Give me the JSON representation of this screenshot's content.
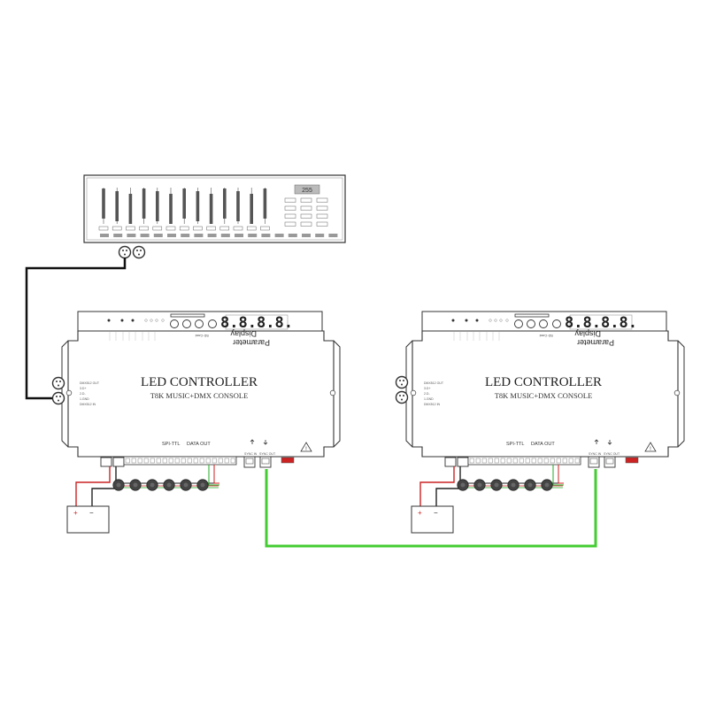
{
  "console": {
    "display_value": "255"
  },
  "controllers": [
    {
      "title": "LED CONTROLLER",
      "subtitle": "T8K MUSIC+DMX CONSOLE",
      "display_label_1": "Parameter",
      "display_label_2": "Display",
      "sd_label": "SD Card",
      "spi_label": "SPI-TTL",
      "data_out_label": "DATA OUT",
      "digits": "8.8.8.8.",
      "dmx_labels": [
        "DMX512 OUT",
        "3.D+",
        "2.D-",
        "1.GND",
        "DMX512 IN"
      ],
      "sync_in_label": "SYNC IN",
      "sync_out_label": "SYNC OUT",
      "battery_plus": "+",
      "battery_minus": "−"
    },
    {
      "title": "LED CONTROLLER",
      "subtitle": "T8K MUSIC+DMX CONSOLE",
      "display_label_1": "Parameter",
      "display_label_2": "Display",
      "sd_label": "SD Card",
      "spi_label": "SPI-TTL",
      "data_out_label": "DATA OUT",
      "digits": "8.8.8.8.",
      "dmx_labels": [
        "DMX512 OUT",
        "3.D+",
        "2.D-",
        "1.GND",
        "DMX512 IN"
      ],
      "sync_in_label": "SYNC IN",
      "sync_out_label": "SYNC OUT",
      "battery_plus": "+",
      "battery_minus": "−"
    }
  ],
  "colors": {
    "outline": "#333333",
    "link_cable": "#44cc33",
    "power_red": "#cc2222"
  }
}
